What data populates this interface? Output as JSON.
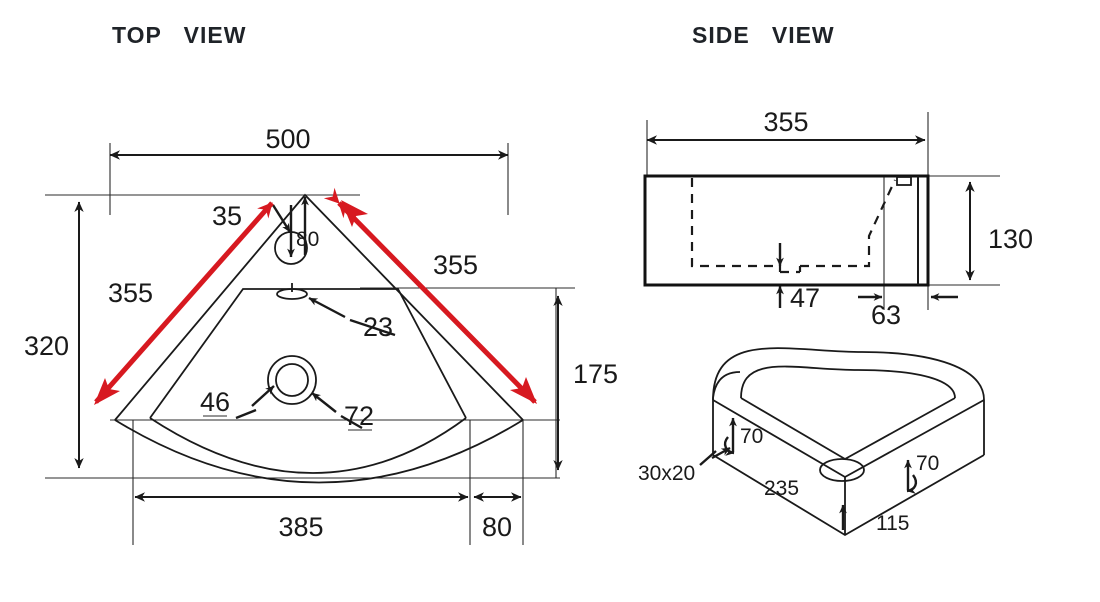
{
  "drawing": {
    "kind": "corner-basin-technical-drawing",
    "units": "mm",
    "line_color": "#1a1a1a",
    "accent_color": "#d71920",
    "background": "#ffffff"
  },
  "views": {
    "top": {
      "title": "TOP   VIEW",
      "dimensions": {
        "overall_width": "500",
        "left_depth": "320",
        "diagonal_left": "355",
        "diagonal_left_partial": "35",
        "diagonal_right": "355",
        "right_height": "175",
        "bowl_width": "385",
        "right_offset": "80",
        "faucet_hole_offset": "80",
        "overflow_slot": "23",
        "drain_inner": "46",
        "drain_outer": "72"
      }
    },
    "side": {
      "title": "SIDE   VIEW",
      "dimensions": {
        "overall_depth": "355",
        "overall_height": "130",
        "bowl_bottom_thickness": "47",
        "back_ledge": "63"
      }
    },
    "iso": {
      "dimensions": {
        "corner_chamfer": "30x20",
        "left_rim_height": "70",
        "right_rim_height": "70",
        "front_edge_left": "235",
        "front_edge_right": "115"
      }
    }
  }
}
